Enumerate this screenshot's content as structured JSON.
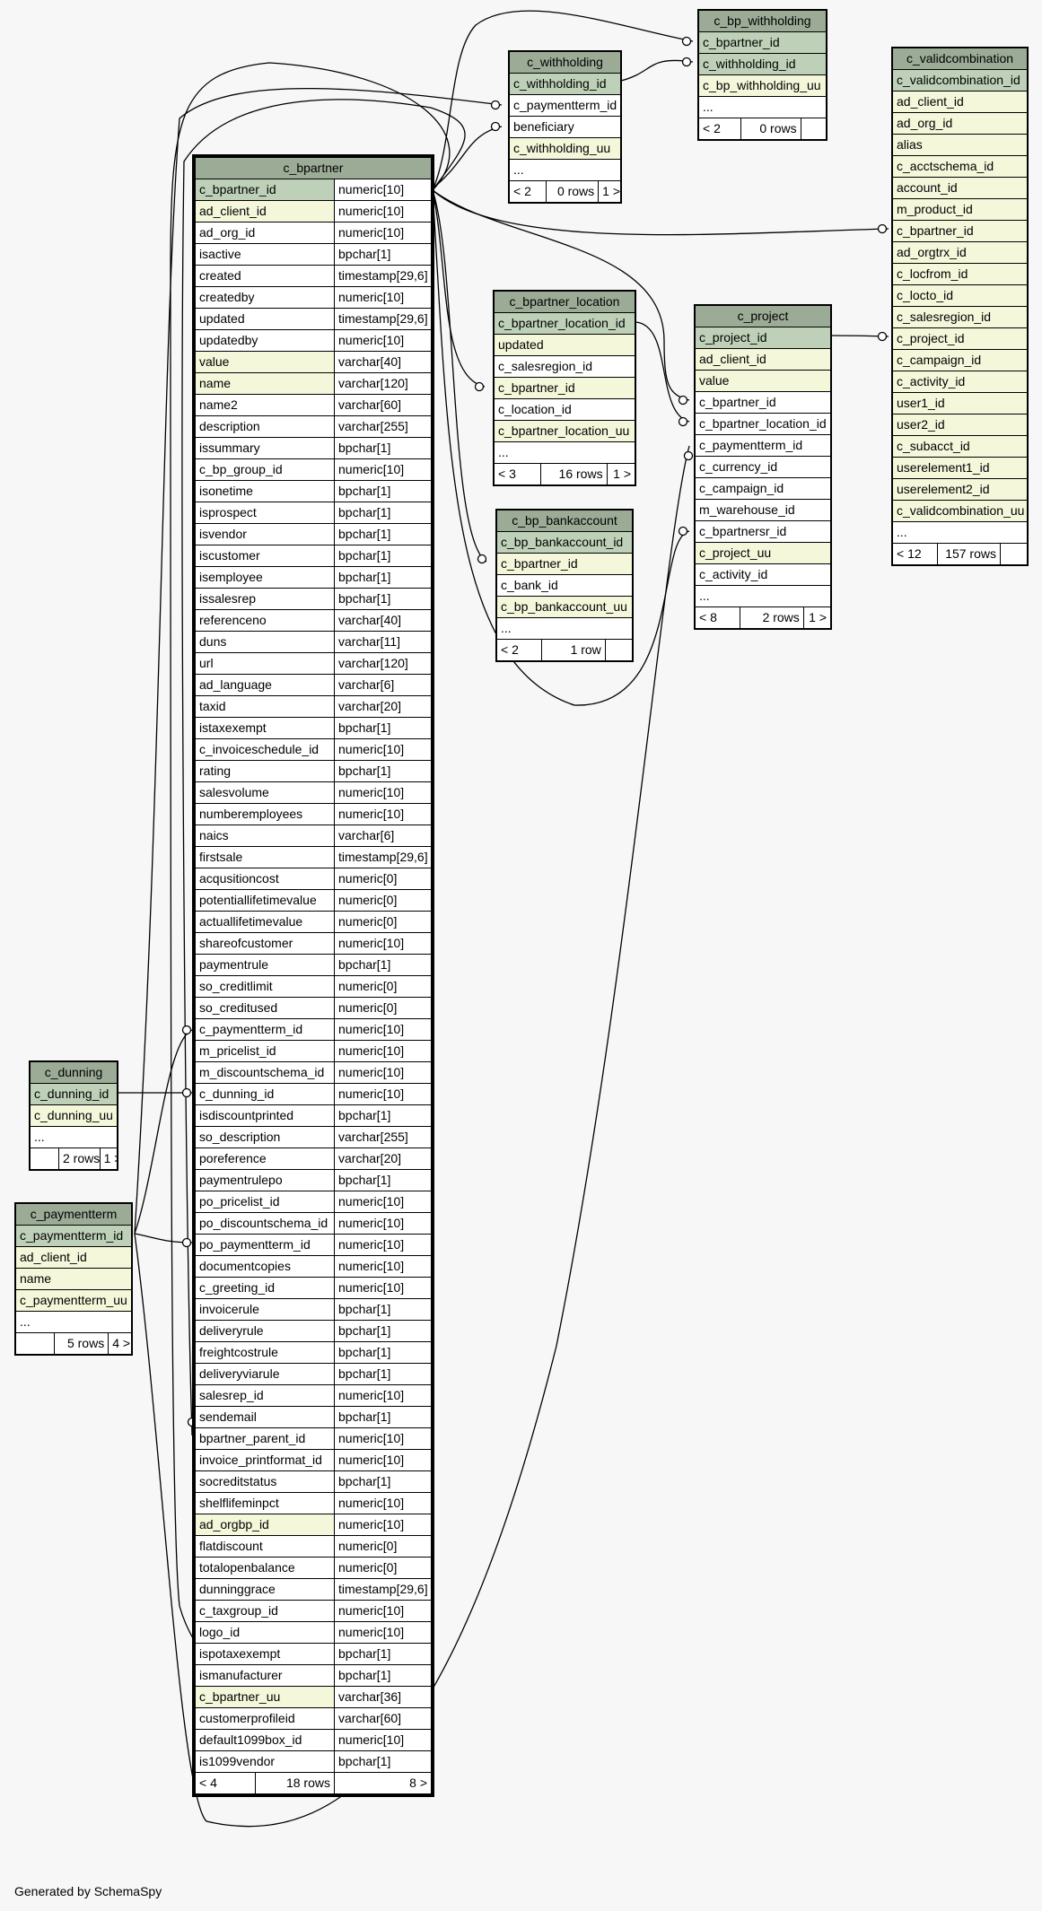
{
  "footer": "Generated by SchemaSpy",
  "tables": [
    {
      "id": "c_bp_withholding",
      "title": "c_bp_withholding",
      "two_col": false,
      "rows": [
        {
          "name": "c_bpartner_id",
          "kind": "pk"
        },
        {
          "name": "c_withholding_id",
          "kind": "pk"
        },
        {
          "name": "c_bp_withholding_uu",
          "kind": "idx"
        },
        {
          "name": "...",
          "kind": ""
        }
      ],
      "footer": {
        "left": "< 2",
        "mid": "0 rows",
        "right": ""
      }
    },
    {
      "id": "c_validcombination",
      "title": "c_validcombination",
      "two_col": false,
      "rows": [
        {
          "name": "c_validcombination_id",
          "kind": "pk"
        },
        {
          "name": "ad_client_id",
          "kind": "idx"
        },
        {
          "name": "ad_org_id",
          "kind": "idx"
        },
        {
          "name": "alias",
          "kind": "idx"
        },
        {
          "name": "c_acctschema_id",
          "kind": "idx"
        },
        {
          "name": "account_id",
          "kind": "idx"
        },
        {
          "name": "m_product_id",
          "kind": "idx"
        },
        {
          "name": "c_bpartner_id",
          "kind": "idx"
        },
        {
          "name": "ad_orgtrx_id",
          "kind": "idx"
        },
        {
          "name": "c_locfrom_id",
          "kind": "idx"
        },
        {
          "name": "c_locto_id",
          "kind": "idx"
        },
        {
          "name": "c_salesregion_id",
          "kind": "idx"
        },
        {
          "name": "c_project_id",
          "kind": "idx"
        },
        {
          "name": "c_campaign_id",
          "kind": "idx"
        },
        {
          "name": "c_activity_id",
          "kind": "idx"
        },
        {
          "name": "user1_id",
          "kind": "idx"
        },
        {
          "name": "user2_id",
          "kind": "idx"
        },
        {
          "name": "c_subacct_id",
          "kind": "idx"
        },
        {
          "name": "userelement1_id",
          "kind": "idx"
        },
        {
          "name": "userelement2_id",
          "kind": "idx"
        },
        {
          "name": "c_validcombination_uu",
          "kind": "idx"
        },
        {
          "name": "...",
          "kind": ""
        }
      ],
      "footer": {
        "left": "< 12",
        "mid": "157 rows",
        "right": ""
      }
    },
    {
      "id": "c_withholding",
      "title": "c_withholding",
      "two_col": false,
      "rows": [
        {
          "name": "c_withholding_id",
          "kind": "pk"
        },
        {
          "name": "c_paymentterm_id",
          "kind": ""
        },
        {
          "name": "beneficiary",
          "kind": ""
        },
        {
          "name": "c_withholding_uu",
          "kind": "idx"
        },
        {
          "name": "...",
          "kind": ""
        }
      ],
      "footer": {
        "left": "< 2",
        "mid": "0 rows",
        "right": "1 >"
      }
    },
    {
      "id": "c_bpartner_location",
      "title": "c_bpartner_location",
      "two_col": false,
      "rows": [
        {
          "name": "c_bpartner_location_id",
          "kind": "pk"
        },
        {
          "name": "updated",
          "kind": "idx"
        },
        {
          "name": "c_salesregion_id",
          "kind": ""
        },
        {
          "name": "c_bpartner_id",
          "kind": "idx"
        },
        {
          "name": "c_location_id",
          "kind": ""
        },
        {
          "name": "c_bpartner_location_uu",
          "kind": "idx"
        },
        {
          "name": "...",
          "kind": ""
        }
      ],
      "footer": {
        "left": "< 3",
        "mid": "16 rows",
        "right": "1 >"
      }
    },
    {
      "id": "c_project",
      "title": "c_project",
      "two_col": false,
      "rows": [
        {
          "name": "c_project_id",
          "kind": "pk"
        },
        {
          "name": "ad_client_id",
          "kind": "idx"
        },
        {
          "name": "value",
          "kind": "idx"
        },
        {
          "name": "c_bpartner_id",
          "kind": ""
        },
        {
          "name": "c_bpartner_location_id",
          "kind": ""
        },
        {
          "name": "c_paymentterm_id",
          "kind": ""
        },
        {
          "name": "c_currency_id",
          "kind": ""
        },
        {
          "name": "c_campaign_id",
          "kind": ""
        },
        {
          "name": "m_warehouse_id",
          "kind": ""
        },
        {
          "name": "c_bpartnersr_id",
          "kind": ""
        },
        {
          "name": "c_project_uu",
          "kind": "idx"
        },
        {
          "name": "c_activity_id",
          "kind": ""
        },
        {
          "name": "...",
          "kind": ""
        }
      ],
      "footer": {
        "left": "< 8",
        "mid": "2 rows",
        "right": "1 >"
      }
    },
    {
      "id": "c_bp_bankaccount",
      "title": "c_bp_bankaccount",
      "two_col": false,
      "rows": [
        {
          "name": "c_bp_bankaccount_id",
          "kind": "pk"
        },
        {
          "name": "c_bpartner_id",
          "kind": "idx"
        },
        {
          "name": "c_bank_id",
          "kind": ""
        },
        {
          "name": "c_bp_bankaccount_uu",
          "kind": "idx"
        },
        {
          "name": "...",
          "kind": ""
        }
      ],
      "footer": {
        "left": "< 2",
        "mid": "1 row",
        "right": ""
      }
    },
    {
      "id": "c_dunning",
      "title": "c_dunning",
      "two_col": false,
      "rows": [
        {
          "name": "c_dunning_id",
          "kind": "pk"
        },
        {
          "name": "c_dunning_uu",
          "kind": "idx"
        },
        {
          "name": "...",
          "kind": ""
        }
      ],
      "footer": {
        "left": "",
        "mid": "2 rows",
        "right": "1 >"
      }
    },
    {
      "id": "c_paymentterm",
      "title": "c_paymentterm",
      "two_col": false,
      "rows": [
        {
          "name": "c_paymentterm_id",
          "kind": "pk"
        },
        {
          "name": "ad_client_id",
          "kind": "idx"
        },
        {
          "name": "name",
          "kind": "idx"
        },
        {
          "name": "c_paymentterm_uu",
          "kind": "idx"
        },
        {
          "name": "...",
          "kind": ""
        }
      ],
      "footer": {
        "left": "",
        "mid": "5 rows",
        "right": "4 >"
      }
    },
    {
      "id": "c_bpartner",
      "title": "c_bpartner",
      "two_col": true,
      "rows": [
        {
          "name": "c_bpartner_id",
          "type": "numeric[10]",
          "kind": "pk"
        },
        {
          "name": "ad_client_id",
          "type": "numeric[10]",
          "kind": "idx"
        },
        {
          "name": "ad_org_id",
          "type": "numeric[10]",
          "kind": ""
        },
        {
          "name": "isactive",
          "type": "bpchar[1]",
          "kind": ""
        },
        {
          "name": "created",
          "type": "timestamp[29,6]",
          "kind": ""
        },
        {
          "name": "createdby",
          "type": "numeric[10]",
          "kind": ""
        },
        {
          "name": "updated",
          "type": "timestamp[29,6]",
          "kind": ""
        },
        {
          "name": "updatedby",
          "type": "numeric[10]",
          "kind": ""
        },
        {
          "name": "value",
          "type": "varchar[40]",
          "kind": "idx"
        },
        {
          "name": "name",
          "type": "varchar[120]",
          "kind": "idx"
        },
        {
          "name": "name2",
          "type": "varchar[60]",
          "kind": ""
        },
        {
          "name": "description",
          "type": "varchar[255]",
          "kind": ""
        },
        {
          "name": "issummary",
          "type": "bpchar[1]",
          "kind": ""
        },
        {
          "name": "c_bp_group_id",
          "type": "numeric[10]",
          "kind": ""
        },
        {
          "name": "isonetime",
          "type": "bpchar[1]",
          "kind": ""
        },
        {
          "name": "isprospect",
          "type": "bpchar[1]",
          "kind": ""
        },
        {
          "name": "isvendor",
          "type": "bpchar[1]",
          "kind": ""
        },
        {
          "name": "iscustomer",
          "type": "bpchar[1]",
          "kind": ""
        },
        {
          "name": "isemployee",
          "type": "bpchar[1]",
          "kind": ""
        },
        {
          "name": "issalesrep",
          "type": "bpchar[1]",
          "kind": ""
        },
        {
          "name": "referenceno",
          "type": "varchar[40]",
          "kind": ""
        },
        {
          "name": "duns",
          "type": "varchar[11]",
          "kind": ""
        },
        {
          "name": "url",
          "type": "varchar[120]",
          "kind": ""
        },
        {
          "name": "ad_language",
          "type": "varchar[6]",
          "kind": ""
        },
        {
          "name": "taxid",
          "type": "varchar[20]",
          "kind": ""
        },
        {
          "name": "istaxexempt",
          "type": "bpchar[1]",
          "kind": ""
        },
        {
          "name": "c_invoiceschedule_id",
          "type": "numeric[10]",
          "kind": ""
        },
        {
          "name": "rating",
          "type": "bpchar[1]",
          "kind": ""
        },
        {
          "name": "salesvolume",
          "type": "numeric[10]",
          "kind": ""
        },
        {
          "name": "numberemployees",
          "type": "numeric[10]",
          "kind": ""
        },
        {
          "name": "naics",
          "type": "varchar[6]",
          "kind": ""
        },
        {
          "name": "firstsale",
          "type": "timestamp[29,6]",
          "kind": ""
        },
        {
          "name": "acqusitioncost",
          "type": "numeric[0]",
          "kind": ""
        },
        {
          "name": "potentiallifetimevalue",
          "type": "numeric[0]",
          "kind": ""
        },
        {
          "name": "actuallifetimevalue",
          "type": "numeric[0]",
          "kind": ""
        },
        {
          "name": "shareofcustomer",
          "type": "numeric[10]",
          "kind": ""
        },
        {
          "name": "paymentrule",
          "type": "bpchar[1]",
          "kind": ""
        },
        {
          "name": "so_creditlimit",
          "type": "numeric[0]",
          "kind": ""
        },
        {
          "name": "so_creditused",
          "type": "numeric[0]",
          "kind": ""
        },
        {
          "name": "c_paymentterm_id",
          "type": "numeric[10]",
          "kind": ""
        },
        {
          "name": "m_pricelist_id",
          "type": "numeric[10]",
          "kind": ""
        },
        {
          "name": "m_discountschema_id",
          "type": "numeric[10]",
          "kind": ""
        },
        {
          "name": "c_dunning_id",
          "type": "numeric[10]",
          "kind": ""
        },
        {
          "name": "isdiscountprinted",
          "type": "bpchar[1]",
          "kind": ""
        },
        {
          "name": "so_description",
          "type": "varchar[255]",
          "kind": ""
        },
        {
          "name": "poreference",
          "type": "varchar[20]",
          "kind": ""
        },
        {
          "name": "paymentrulepo",
          "type": "bpchar[1]",
          "kind": ""
        },
        {
          "name": "po_pricelist_id",
          "type": "numeric[10]",
          "kind": ""
        },
        {
          "name": "po_discountschema_id",
          "type": "numeric[10]",
          "kind": ""
        },
        {
          "name": "po_paymentterm_id",
          "type": "numeric[10]",
          "kind": ""
        },
        {
          "name": "documentcopies",
          "type": "numeric[10]",
          "kind": ""
        },
        {
          "name": "c_greeting_id",
          "type": "numeric[10]",
          "kind": ""
        },
        {
          "name": "invoicerule",
          "type": "bpchar[1]",
          "kind": ""
        },
        {
          "name": "deliveryrule",
          "type": "bpchar[1]",
          "kind": ""
        },
        {
          "name": "freightcostrule",
          "type": "bpchar[1]",
          "kind": ""
        },
        {
          "name": "deliveryviarule",
          "type": "bpchar[1]",
          "kind": ""
        },
        {
          "name": "salesrep_id",
          "type": "numeric[10]",
          "kind": ""
        },
        {
          "name": "sendemail",
          "type": "bpchar[1]",
          "kind": ""
        },
        {
          "name": "bpartner_parent_id",
          "type": "numeric[10]",
          "kind": ""
        },
        {
          "name": "invoice_printformat_id",
          "type": "numeric[10]",
          "kind": ""
        },
        {
          "name": "socreditstatus",
          "type": "bpchar[1]",
          "kind": ""
        },
        {
          "name": "shelflifeminpct",
          "type": "numeric[10]",
          "kind": ""
        },
        {
          "name": "ad_orgbp_id",
          "type": "numeric[10]",
          "kind": "idx"
        },
        {
          "name": "flatdiscount",
          "type": "numeric[0]",
          "kind": ""
        },
        {
          "name": "totalopenbalance",
          "type": "numeric[0]",
          "kind": ""
        },
        {
          "name": "dunninggrace",
          "type": "timestamp[29,6]",
          "kind": ""
        },
        {
          "name": "c_taxgroup_id",
          "type": "numeric[10]",
          "kind": ""
        },
        {
          "name": "logo_id",
          "type": "numeric[10]",
          "kind": ""
        },
        {
          "name": "ispotaxexempt",
          "type": "bpchar[1]",
          "kind": ""
        },
        {
          "name": "ismanufacturer",
          "type": "bpchar[1]",
          "kind": ""
        },
        {
          "name": "c_bpartner_uu",
          "type": "varchar[36]",
          "kind": "idx"
        },
        {
          "name": "customerprofileid",
          "type": "varchar[60]",
          "kind": ""
        },
        {
          "name": "default1099box_id",
          "type": "numeric[10]",
          "kind": ""
        },
        {
          "name": "is1099vendor",
          "type": "bpchar[1]",
          "kind": ""
        }
      ],
      "footer": {
        "left": "< 4",
        "mid": "18 rows",
        "right": "8 >"
      }
    }
  ]
}
